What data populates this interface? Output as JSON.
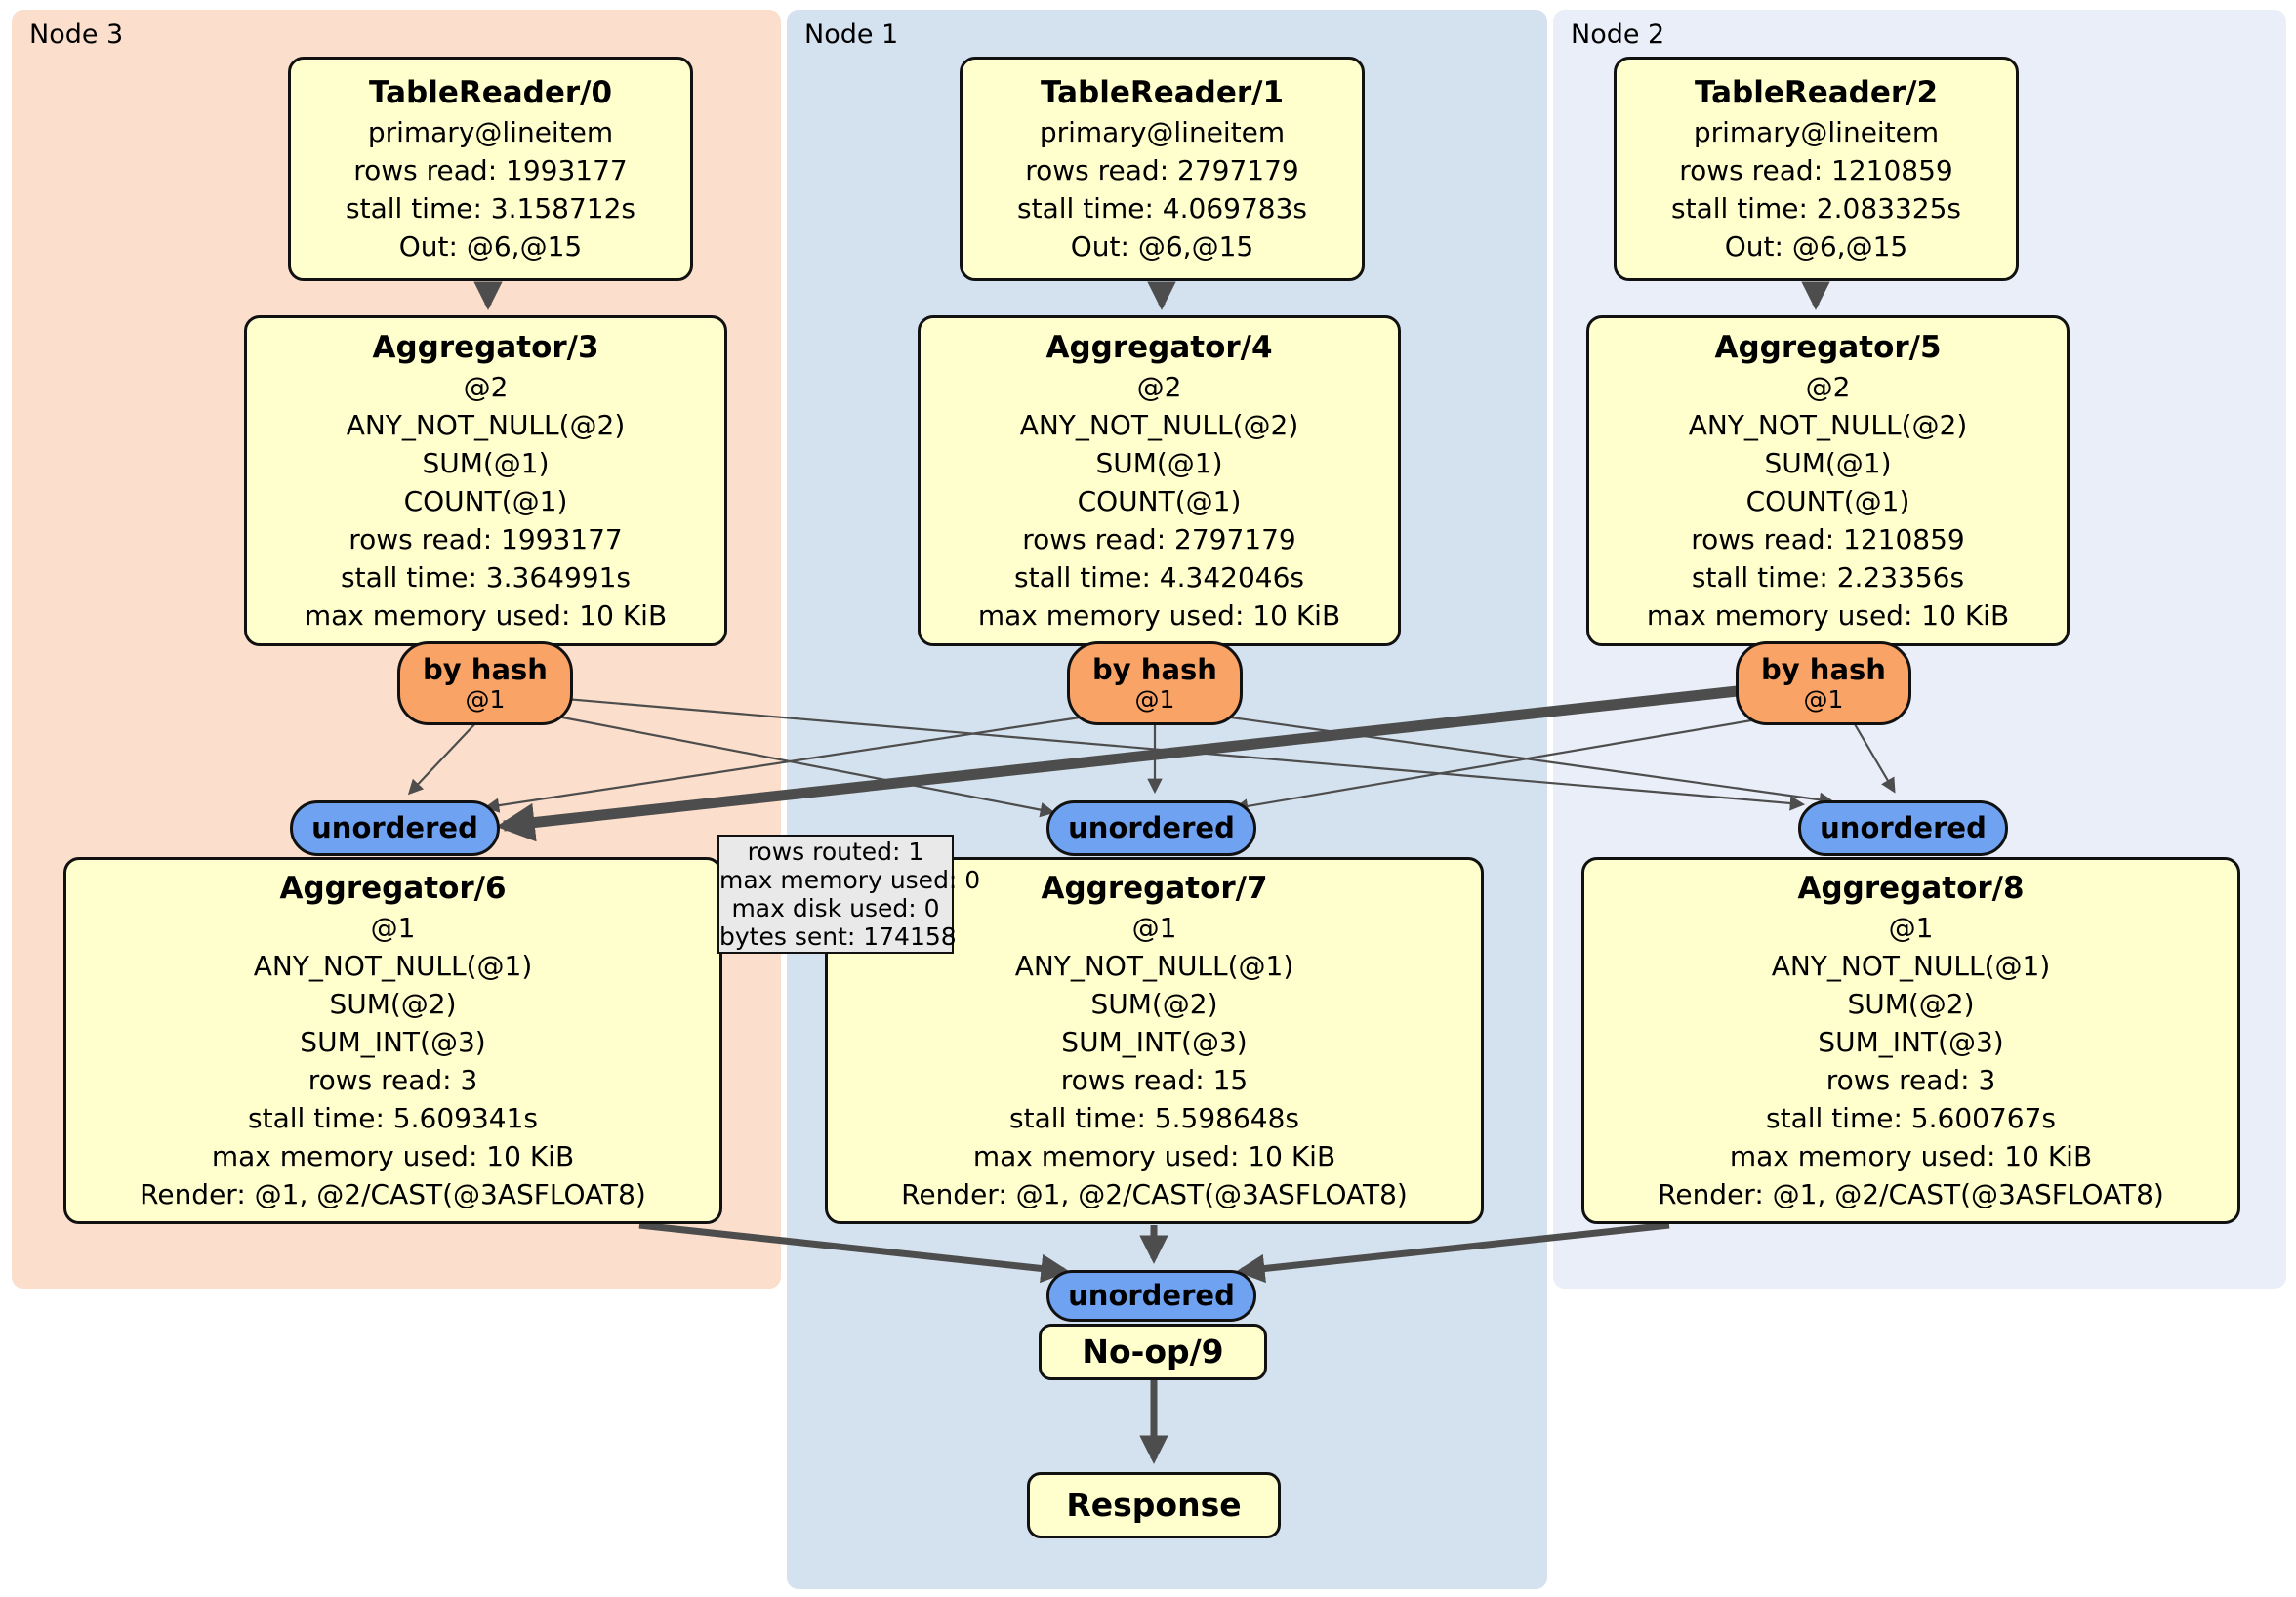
{
  "colors": {
    "node3-bg": "#fbdfcc",
    "node1-bg": "#d4e1ee",
    "node2-bg": "#e9eef9",
    "box-fill": "#ffffcd",
    "box-border": "#111111",
    "orange-pill": "#f9a366",
    "blue-pill": "#6fa3f2",
    "edge": "#4d4d4d",
    "tooltip-bg": "#e9e9e9"
  },
  "groups": {
    "node3": {
      "label": "Node 3"
    },
    "node1": {
      "label": "Node 1"
    },
    "node2": {
      "label": "Node 2"
    }
  },
  "boxes": {
    "tr0": {
      "title": "TableReader/0",
      "lines": [
        "primary@lineitem",
        "rows read: 1993177",
        "stall time: 3.158712s",
        "Out: @6,@15"
      ]
    },
    "tr1": {
      "title": "TableReader/1",
      "lines": [
        "primary@lineitem",
        "rows read: 2797179",
        "stall time: 4.069783s",
        "Out: @6,@15"
      ]
    },
    "tr2": {
      "title": "TableReader/2",
      "lines": [
        "primary@lineitem",
        "rows read: 1210859",
        "stall time: 2.083325s",
        "Out: @6,@15"
      ]
    },
    "agg3": {
      "title": "Aggregator/3",
      "lines": [
        "@2",
        "ANY_NOT_NULL(@2)",
        "SUM(@1)",
        "COUNT(@1)",
        "rows read: 1993177",
        "stall time: 3.364991s",
        "max memory used: 10 KiB"
      ]
    },
    "agg4": {
      "title": "Aggregator/4",
      "lines": [
        "@2",
        "ANY_NOT_NULL(@2)",
        "SUM(@1)",
        "COUNT(@1)",
        "rows read: 2797179",
        "stall time: 4.342046s",
        "max memory used: 10 KiB"
      ]
    },
    "agg5": {
      "title": "Aggregator/5",
      "lines": [
        "@2",
        "ANY_NOT_NULL(@2)",
        "SUM(@1)",
        "COUNT(@1)",
        "rows read: 1210859",
        "stall time: 2.23356s",
        "max memory used: 10 KiB"
      ]
    },
    "agg6": {
      "title": "Aggregator/6",
      "lines": [
        "@1",
        "ANY_NOT_NULL(@1)",
        "SUM(@2)",
        "SUM_INT(@3)",
        "rows read: 3",
        "stall time: 5.609341s",
        "max memory used: 10 KiB",
        "Render: @1, @2/CAST(@3ASFLOAT8)"
      ]
    },
    "agg7": {
      "title": "Aggregator/7",
      "lines": [
        "@1",
        "ANY_NOT_NULL(@1)",
        "SUM(@2)",
        "SUM_INT(@3)",
        "rows read: 15",
        "stall time: 5.598648s",
        "max memory used: 10 KiB",
        "Render: @1, @2/CAST(@3ASFLOAT8)"
      ]
    },
    "agg8": {
      "title": "Aggregator/8",
      "lines": [
        "@1",
        "ANY_NOT_NULL(@1)",
        "SUM(@2)",
        "SUM_INT(@3)",
        "rows read: 3",
        "stall time: 5.600767s",
        "max memory used: 10 KiB",
        "Render: @1, @2/CAST(@3ASFLOAT8)"
      ]
    },
    "noop": {
      "title": "No-op/9"
    },
    "response": {
      "title": "Response"
    }
  },
  "pills": {
    "byhash": {
      "label": "by hash",
      "sub": "@1"
    },
    "unordered": {
      "label": "unordered"
    }
  },
  "tooltip": {
    "lines": [
      "rows routed: 1",
      "max memory used: 0",
      "max disk used: 0",
      "bytes sent: 174158"
    ]
  }
}
